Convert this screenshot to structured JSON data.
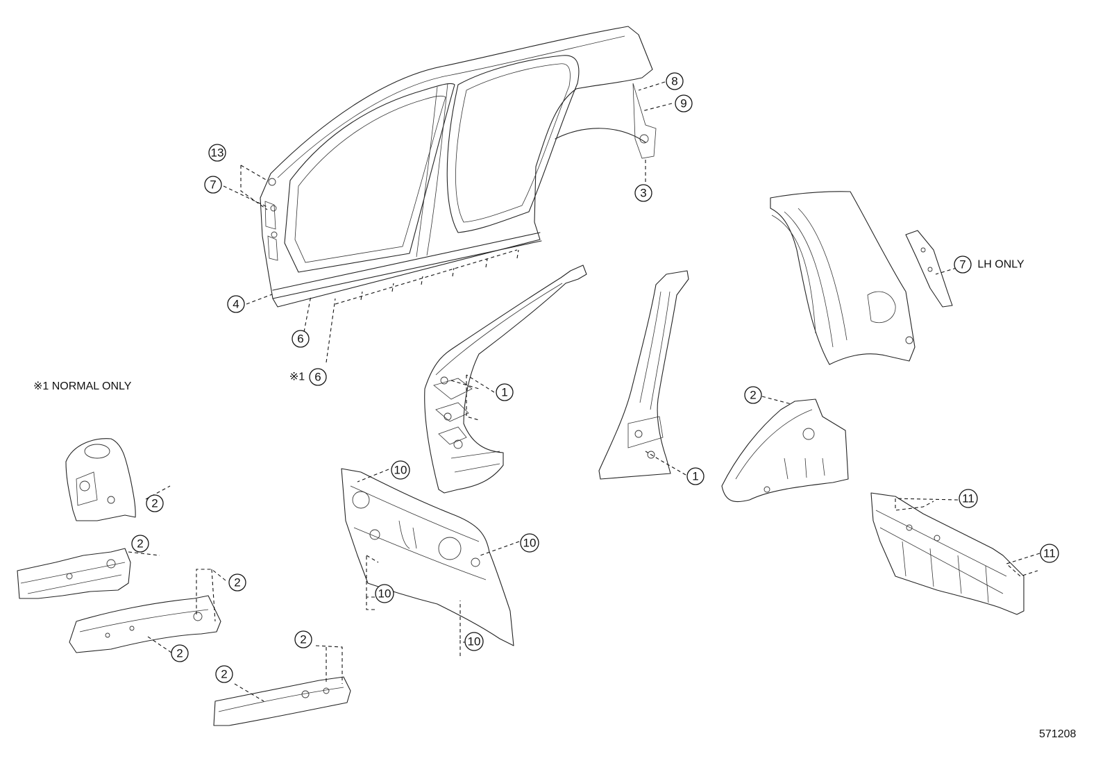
{
  "callouts": {
    "c13": "13",
    "c7a": "7",
    "c4": "4",
    "c6a": "6",
    "c6b": "6",
    "c8": "8",
    "c9": "9",
    "c3": "3",
    "c1a": "1",
    "c1b": "1",
    "c7b": "7",
    "c2a": "2",
    "c2b": "2",
    "c2c": "2",
    "c2d": "2",
    "c2e": "2",
    "c2f": "2",
    "c2g": "2",
    "c10a": "10",
    "c10b": "10",
    "c10c": "10",
    "c10d": "10",
    "c11a": "11",
    "c11b": "11"
  },
  "labels": {
    "c6b_prefix": "※1",
    "c7b_suffix": "LH ONLY",
    "normal_only_note": "※1 NORMAL ONLY",
    "illustration_number": "571208"
  }
}
